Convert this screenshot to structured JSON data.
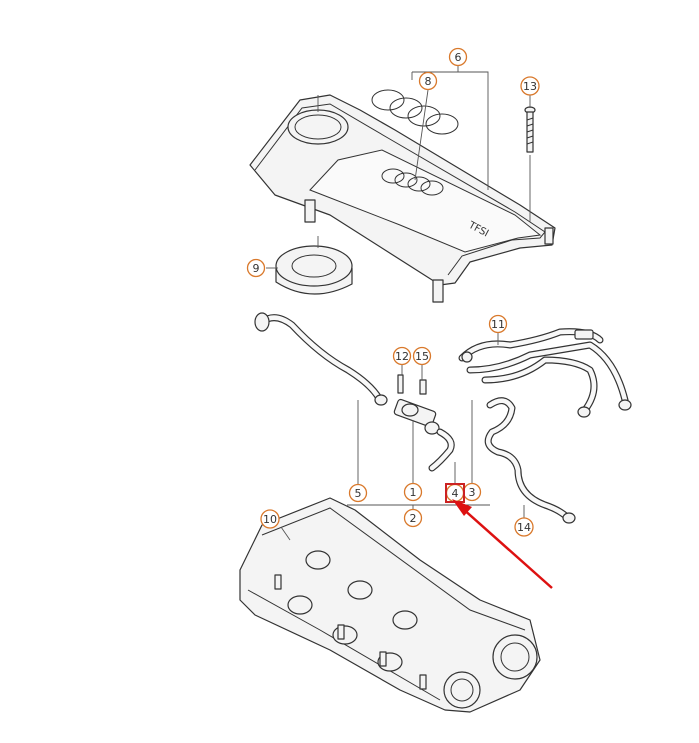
{
  "callouts": {
    "c1": "1",
    "c2": "2",
    "c3": "3",
    "c4": "4",
    "c5": "5",
    "c6": "6",
    "c8": "8",
    "c9": "9",
    "c10": "10",
    "c11": "11",
    "c12": "12",
    "c13": "13",
    "c14": "14",
    "c15": "15"
  },
  "logo": {
    "cover_text": "TFSI"
  },
  "colors": {
    "callout": "#d9792c",
    "highlight": "#cc2222",
    "arrow": "#dd1111",
    "line": "#333333"
  },
  "highlighted_callout": "4"
}
